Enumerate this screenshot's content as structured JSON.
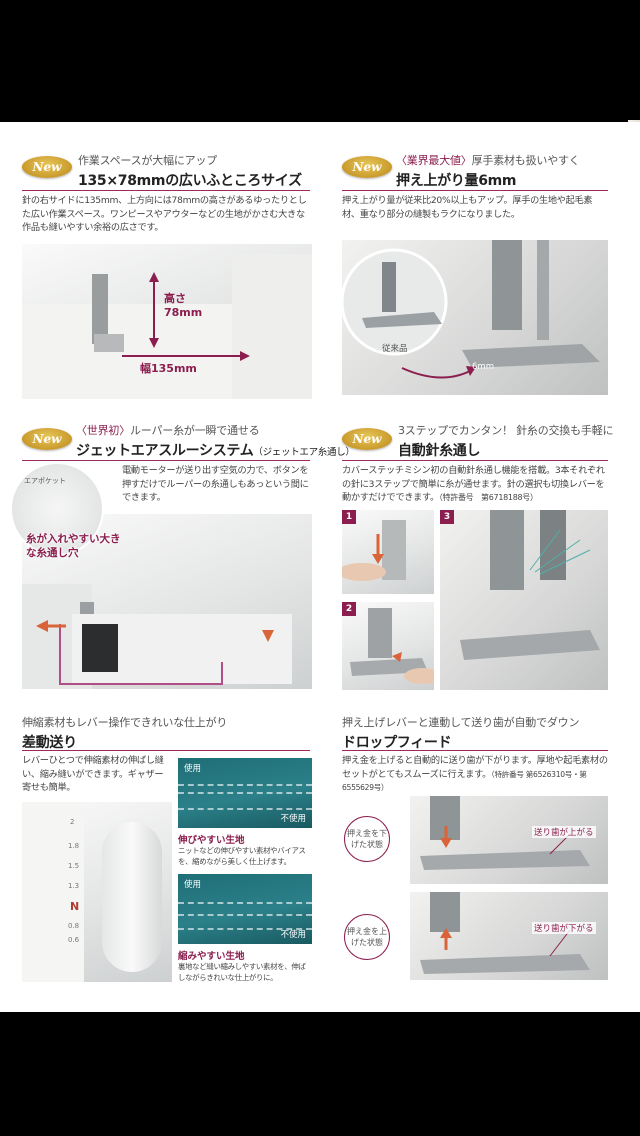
{
  "sections": {
    "s1": {
      "badge": "New",
      "subtitle": "作業スペースが大幅にアップ",
      "title": "135×78mmの広いふところサイズ",
      "body": "針の右サイドに135mm、上方向には78mmの高さがあるゆったりとした広い作業スペース。ワンピースやアウターなどの生地がかさむ大きな作品も縫いやすい余裕の広さです。",
      "height_label": "高さ78mm",
      "width_label": "幅135mm"
    },
    "s2": {
      "badge": "New",
      "subtitle_bracket": "〈業界最大値〉",
      "subtitle": "厚手素材も扱いやすく",
      "title": "押え上がり量6mm",
      "body": "押え上がり量が従来比20%以上もアップ。厚手の生地や起毛素材、重なり部分の縫製もラクになりました。",
      "old_label": "従来品",
      "mm_label": "6mm"
    },
    "s3": {
      "badge": "New",
      "subtitle_bracket": "〈世界初〉",
      "subtitle": "ルーパー糸が一瞬で通せる",
      "title": "ジェットエアスルーシステム",
      "title_small": "（ジェットエア糸通し）",
      "body": "電動モーターが送り出す空気の力で、ボタンを押すだけでルーパーの糸通しもあっという間にできます。",
      "callout": "糸が入れやすい大きな糸通し穴",
      "air_label": "エアポケット"
    },
    "s4": {
      "badge": "New",
      "subtitle": "3ステップでカンタン！ 針糸の交換も手軽に",
      "title": "自動針糸通し",
      "body": "カバーステッチミシン初の自動針糸通し機能を搭載。3本それぞれの針に3ステップで簡単に糸が通せます。針の選択も切換レバーを動かすだけでできます。",
      "patent": "（特許番号　第6718188号）",
      "steps": [
        "1",
        "2",
        "3"
      ]
    },
    "s5": {
      "subtitle": "伸縮素材もレバー操作できれいな仕上がり",
      "title": "差動送り",
      "body": "レバーひとつで伸縮素材の伸ばし縫い、縮み縫いができます。ギャザー寄せも簡単。",
      "dial": [
        "2",
        "1.8",
        "1.5",
        "1.3",
        "N",
        "0.8",
        "0.6"
      ],
      "swatch1": {
        "used": "使用",
        "unused": "不使用",
        "caption": "伸びやすい生地",
        "text": "ニットなどの伸びやすい素材やバイアスを、縮めながら美しく仕上げます。"
      },
      "swatch2": {
        "used": "使用",
        "unused": "不使用",
        "caption": "縮みやすい生地",
        "text": "裏地など縫い縮みしやすい素材を、伸ばしながらきれいな仕上がりに。"
      }
    },
    "s6": {
      "subtitle": "押え上げレバーと連動して送り歯が自動でダウン",
      "title": "ドロップフィード",
      "body": "押え金を上げると自動的に送り歯が下がります。厚地や起毛素材のセットがとてもスムーズに行えます。",
      "patent": "（特許番号 第6526310号・第6555629号）",
      "state1": "押え金を下げた状態",
      "note1": "送り歯が上がる",
      "state2": "押え金を上げた状態",
      "note2": "送り歯が下がる"
    }
  },
  "colors": {
    "accent": "#8b1e4e",
    "badge_gold": "#c99a2c",
    "teal": "#2b8089"
  }
}
